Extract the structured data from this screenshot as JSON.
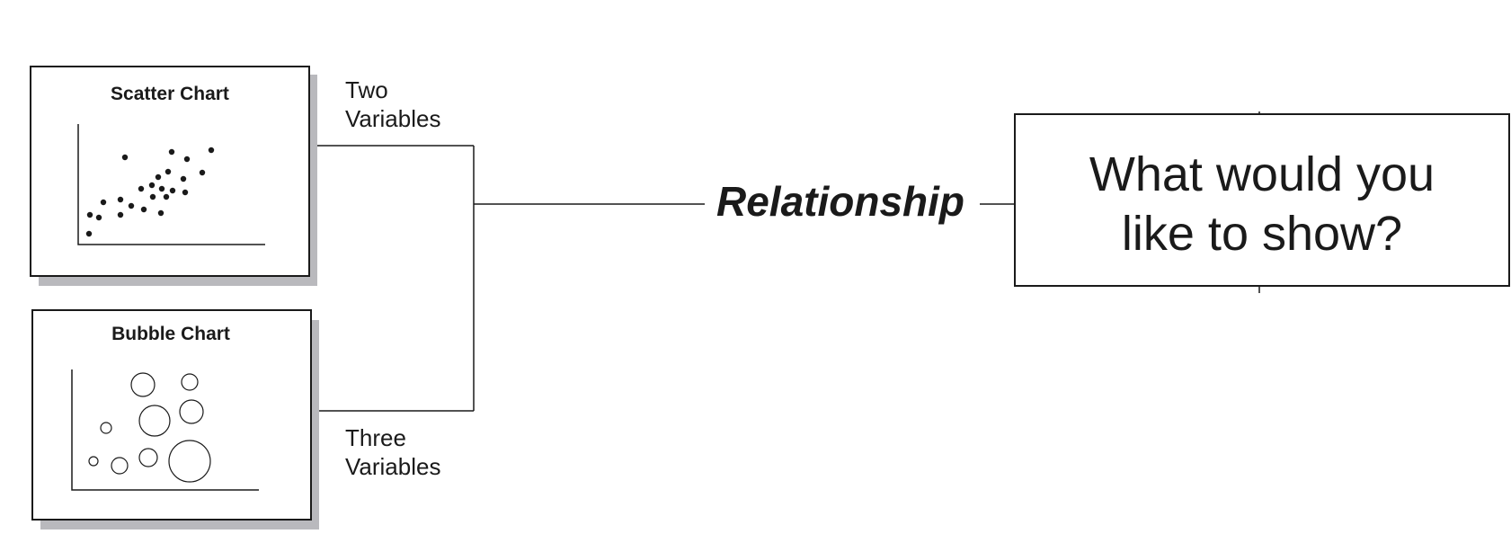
{
  "question": {
    "line1": "What would you",
    "line2": "like to show?"
  },
  "category": {
    "label": "Relationship"
  },
  "branches": [
    {
      "label_line1": "Two",
      "label_line2": "Variables",
      "chart_title": "Scatter Chart",
      "icon": "scatter-chart-icon"
    },
    {
      "label_line1": "Three",
      "label_line2": "Variables",
      "chart_title": "Bubble Chart",
      "icon": "bubble-chart-icon"
    }
  ],
  "colors": {
    "line": "#1a1a1a",
    "shadow": "#b9b9bd",
    "background": "#ffffff"
  }
}
